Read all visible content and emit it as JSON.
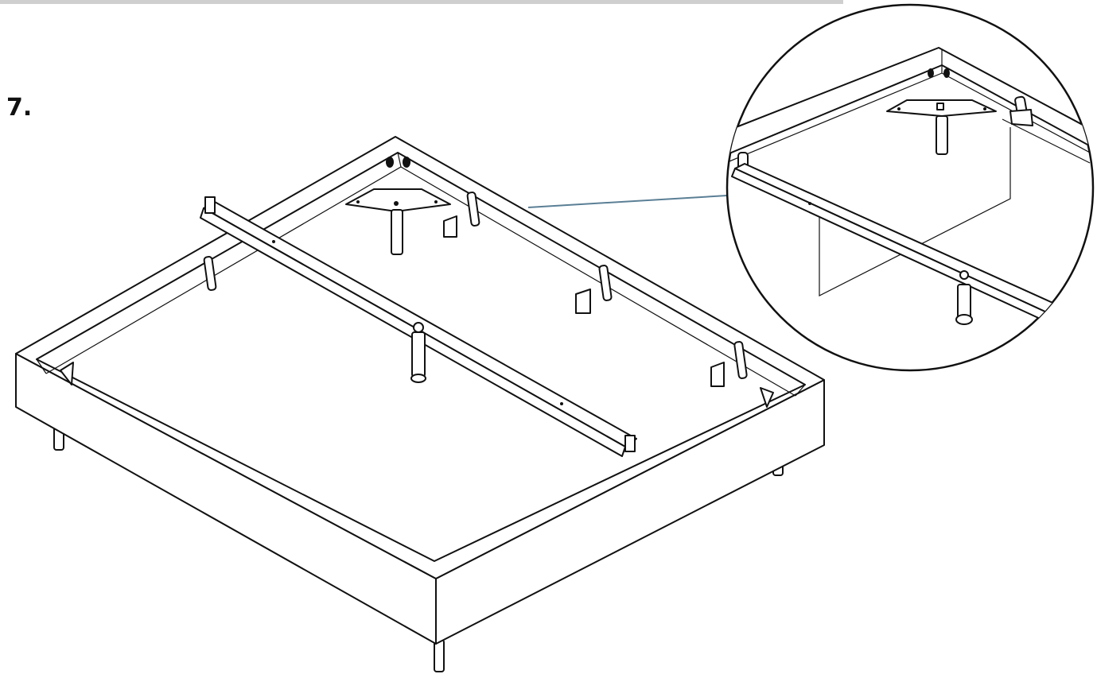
{
  "step": {
    "number": "7."
  },
  "colors": {
    "line": "#111111",
    "leader": "#5a7f95",
    "background": "#ffffff"
  },
  "parts": {
    "frame": "bed-frame",
    "rail": "center-support-rail",
    "legs": "support-legs",
    "brackets": "corner-bracket-plate",
    "detail": "magnified-detail-view"
  }
}
